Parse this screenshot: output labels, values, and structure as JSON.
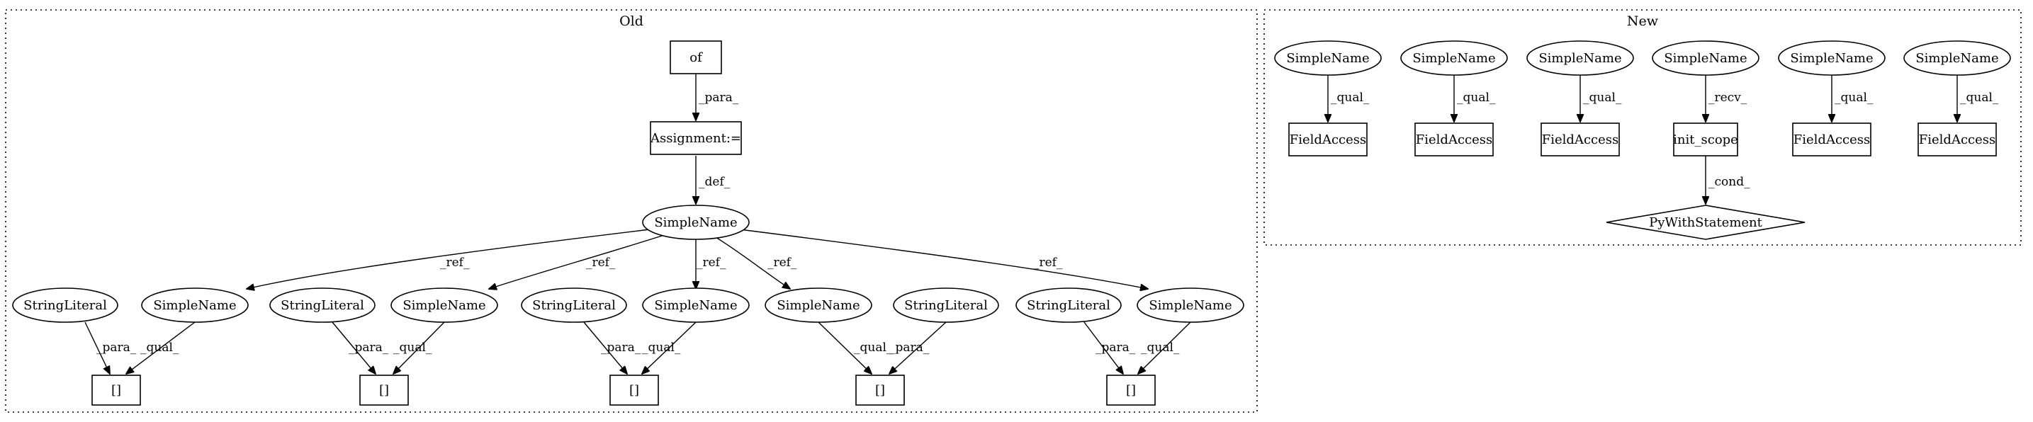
{
  "clusters": {
    "old": "Old",
    "new": "New"
  },
  "labels": {
    "of": "of",
    "assignment": "Assignment:=",
    "simple_name": "SimpleName",
    "string_literal": "StringLiteral",
    "index": "[]",
    "field_access": "FieldAccess",
    "init_scope": "init_scope",
    "py_with": "PyWithStatement"
  },
  "edge_labels": {
    "para": "_para_",
    "def": "_def_",
    "ref": "_ref_",
    "qual": "_qual_",
    "recv": "_recv_",
    "cond": "_cond_"
  }
}
